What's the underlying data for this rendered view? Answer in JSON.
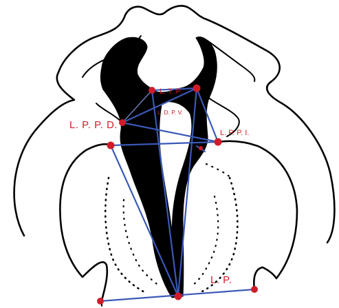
{
  "labels": {
    "ltp": "L. T. P.",
    "ldpv": "L. D. P. V.",
    "lppd": "L. P. P. D.",
    "lppi": "L. P. P. I.",
    "lp": "L. P."
  },
  "colors": {
    "outline": "#000000",
    "measurement_lines": "#3a59b6",
    "landmark_points": "#d01c2a",
    "label_text": "#d01c2a",
    "background": "#ffffff"
  }
}
